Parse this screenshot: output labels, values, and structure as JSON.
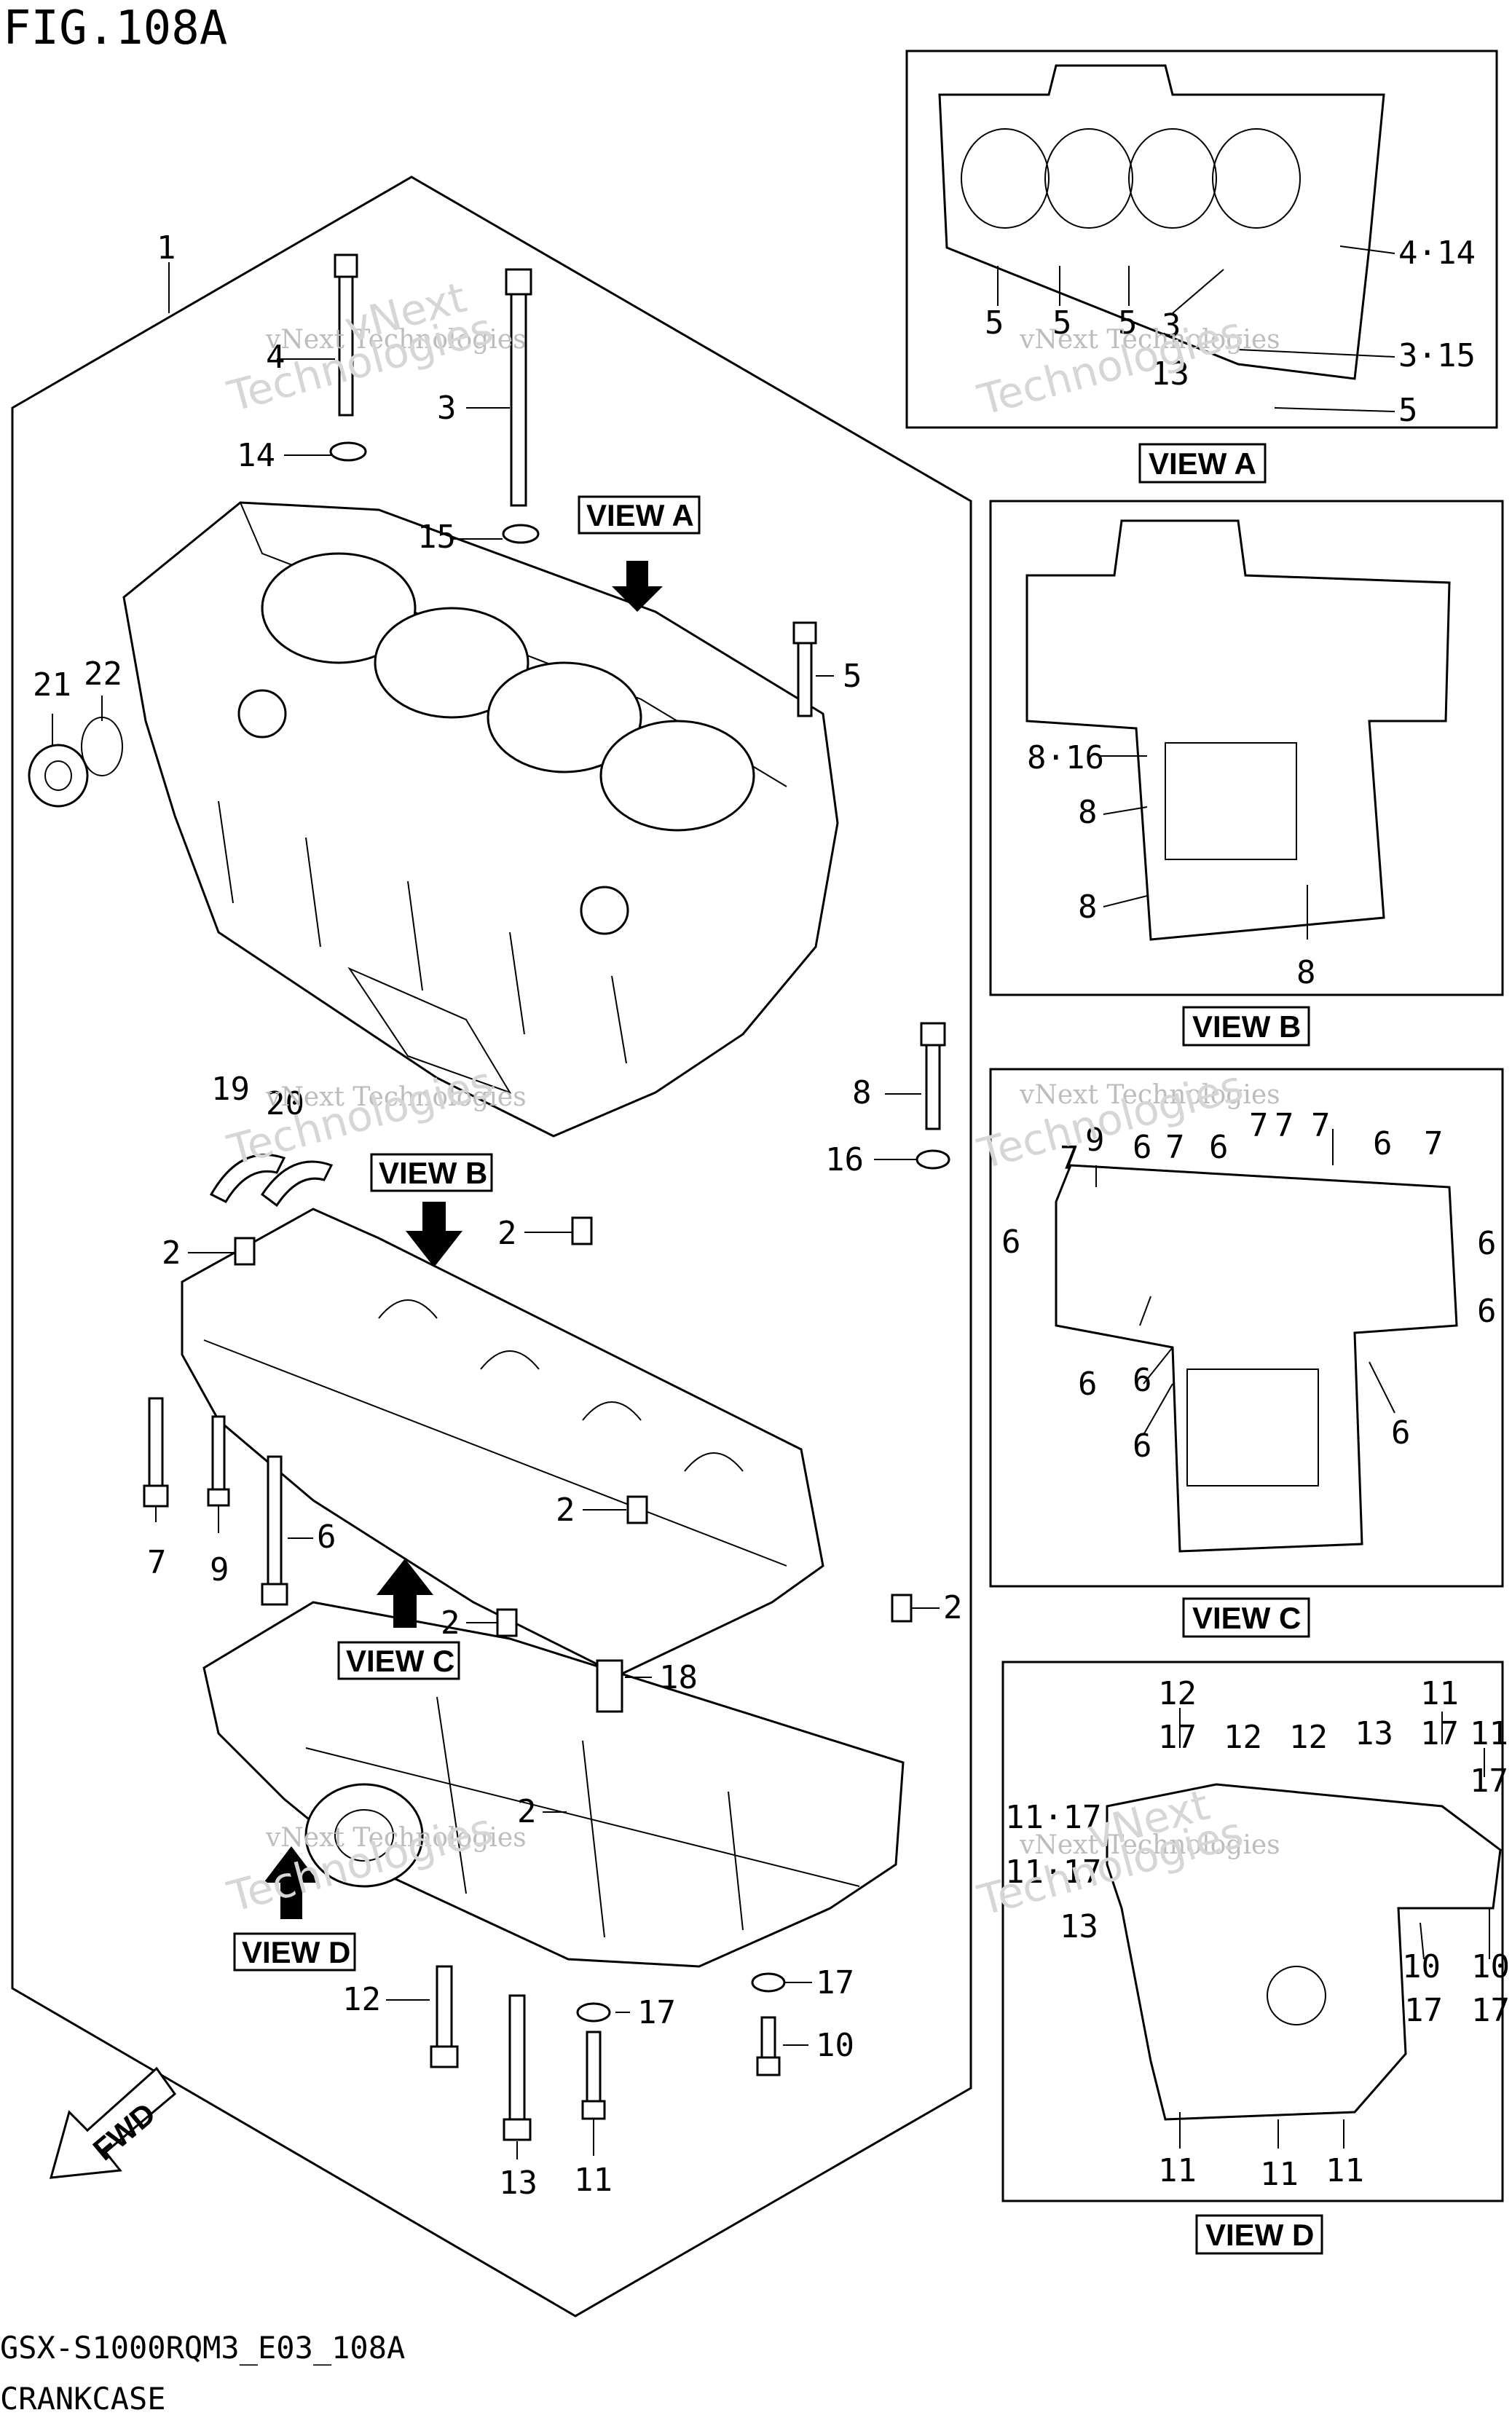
{
  "figure": {
    "title": "FIG.108A",
    "code": "GSX-S1000RQM3_E03_108A",
    "name": "CRANKCASE"
  },
  "watermark": {
    "line1": "vNext Technologies",
    "line2": "Technologies",
    "line3": "vNext"
  },
  "views": {
    "a": "VIEW A",
    "b": "VIEW B",
    "c": "VIEW C",
    "d": "VIEW D"
  },
  "arrows": {
    "fwd": "FWD"
  },
  "callouts_main": [
    "1",
    "4",
    "3",
    "14",
    "15",
    "5",
    "21",
    "22",
    "19",
    "20",
    "8",
    "16",
    "2",
    "2",
    "2",
    "2",
    "2",
    "2",
    "18",
    "7",
    "9",
    "6",
    "12",
    "13",
    "11",
    "10",
    "17",
    "17"
  ],
  "callouts_view_a": [
    "4·14",
    "5",
    "5",
    "5",
    "3",
    "3·15",
    "5",
    "13"
  ],
  "callouts_view_b": [
    "8·16",
    "8",
    "8",
    "8"
  ],
  "callouts_view_c": [
    "7",
    "9",
    "6",
    "7",
    "6",
    "7",
    "7",
    "7",
    "6",
    "7",
    "6",
    "6",
    "6",
    "6",
    "6",
    "6",
    "6"
  ],
  "callouts_view_d": [
    "12",
    "17",
    "12",
    "12",
    "13",
    "11",
    "17",
    "11",
    "17",
    "11·17",
    "11·17",
    "13",
    "10",
    "10",
    "17",
    "17",
    "11",
    "11",
    "11"
  ]
}
